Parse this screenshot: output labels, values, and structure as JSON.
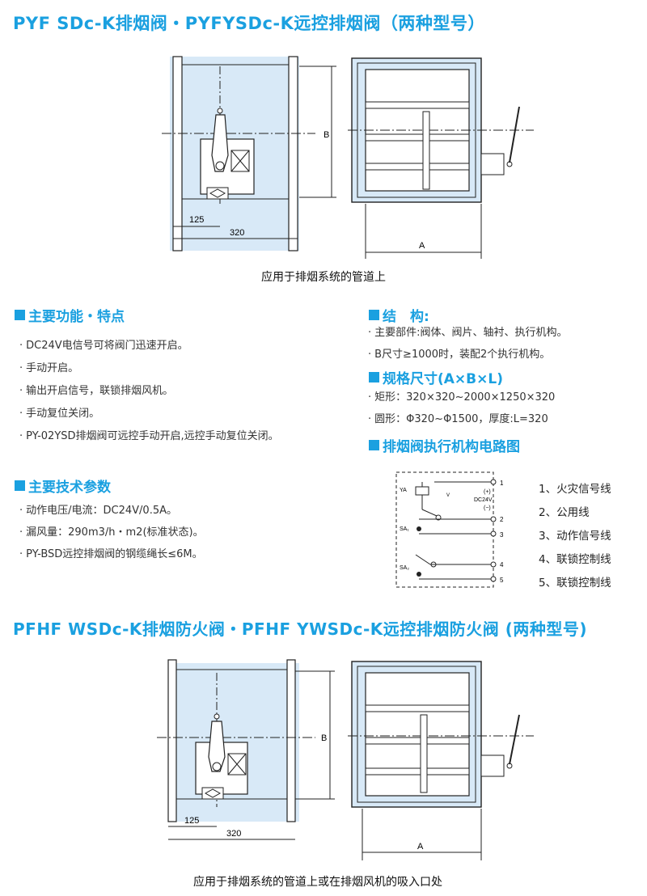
{
  "section1": {
    "title": "PYF SDc-K排烟阀・PYFYSDc-K远控排烟阀（两种型号）",
    "drawing": {
      "dim_b": "B",
      "dim_125": "125",
      "dim_320": "320",
      "dim_a": "A"
    },
    "caption": "应用于排烟系统的管道上"
  },
  "functions": {
    "heading": "主要功能・特点",
    "items": [
      "DC24V电信号可将阀门迅速开启。",
      "手动开启。",
      "输出开启信号，联锁排烟风机。",
      "手动复位关闭。",
      "PY-02YSD排烟阀可远控手动开启,远控手动复位关闭。"
    ]
  },
  "tech": {
    "heading": "主要技术参数",
    "items": [
      "动作电压/电流：DC24V/0.5A。",
      "漏风量：290m3/h・m2(标准状态)。",
      "PY-BSD远控排烟阀的钢缆绳长≤6M。"
    ]
  },
  "structure": {
    "heading": "结　构:",
    "items": [
      "主要部件:阀体、阀片、轴衬、执行机构。",
      "B尺寸≥1000时，装配2个执行机构。"
    ]
  },
  "spec": {
    "heading": "规格尺寸(A×B×L)",
    "items": [
      "矩形：320×320~2000×1250×320",
      "圆形：Φ320~Φ1500，厚度:L=320"
    ]
  },
  "circuit": {
    "heading": "排烟阀执行机构电路图",
    "labels": {
      "ya": "YA",
      "v": "V",
      "plus": "(+)",
      "dc": "DC24V",
      "minus": "(−)",
      "sa1": "SA₁",
      "sa2": "SA₂"
    },
    "terminals": [
      "1",
      "2",
      "3",
      "4",
      "5"
    ],
    "legend": [
      "1、火灾信号线",
      "2、公用线",
      "3、动作信号线",
      "4、联锁控制线",
      "5、联锁控制线"
    ]
  },
  "section2": {
    "title": "PFHF  WSDc-K排烟防火阀・PFHF  YWSDc-K远控排烟防火阀 (两种型号)",
    "drawing": {
      "dim_b": "B",
      "dim_125": "125",
      "dim_320": "320",
      "dim_a": "A"
    },
    "caption": "应用于排烟系统的管道上或在排烟风机的吸入口处"
  },
  "colors": {
    "accent": "#1aa0e0",
    "duct_fill": "#d8e9f7",
    "line": "#222222"
  }
}
